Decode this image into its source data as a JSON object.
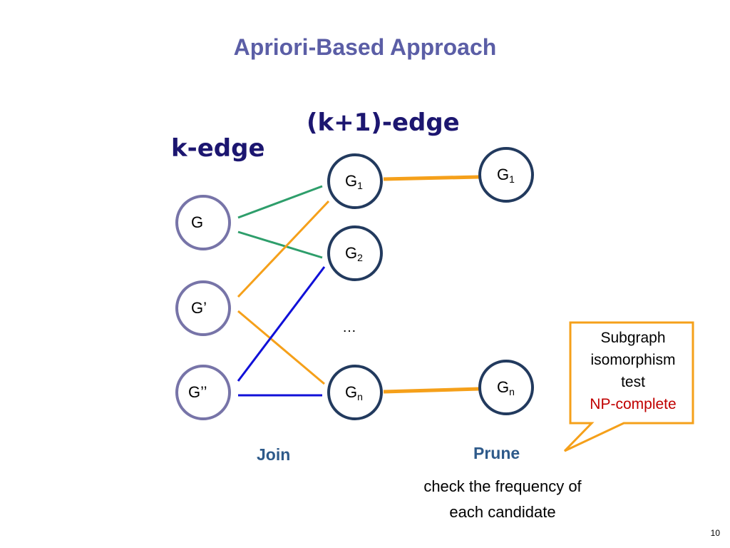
{
  "slide": {
    "title": "Apriori-Based Approach",
    "page_number": "10"
  },
  "headers": {
    "k_edge": "k-edge",
    "k1_edge": "(k+1)-edge"
  },
  "nodes": {
    "left": [
      {
        "base": "G",
        "sub": ""
      },
      {
        "base": "G’",
        "sub": ""
      },
      {
        "base": "G’’",
        "sub": ""
      }
    ],
    "middle": [
      {
        "base": "G",
        "sub": "1"
      },
      {
        "base": "G",
        "sub": "2"
      },
      {
        "base": "G",
        "sub": "n"
      }
    ],
    "right": [
      {
        "base": "G",
        "sub": "1"
      },
      {
        "base": "G",
        "sub": "n"
      }
    ],
    "ellipsis": "…"
  },
  "labels": {
    "join": "Join",
    "prune": "Prune",
    "check_line1": "check the frequency of",
    "check_line2": "each candidate"
  },
  "callout": {
    "line1": "Subgraph",
    "line2": "isomorphism",
    "line3": "test",
    "np": "NP-complete"
  },
  "colors": {
    "title": "#5b5ea6",
    "header": "#1c1670",
    "left_node_stroke": "#7774a8",
    "node_stroke": "#223a5e",
    "green_edge": "#2e9e6b",
    "orange_edge": "#f5a01a",
    "blue_edge": "#1010d8",
    "np_text": "#c00000",
    "phase_label": "#2e5a8a"
  }
}
